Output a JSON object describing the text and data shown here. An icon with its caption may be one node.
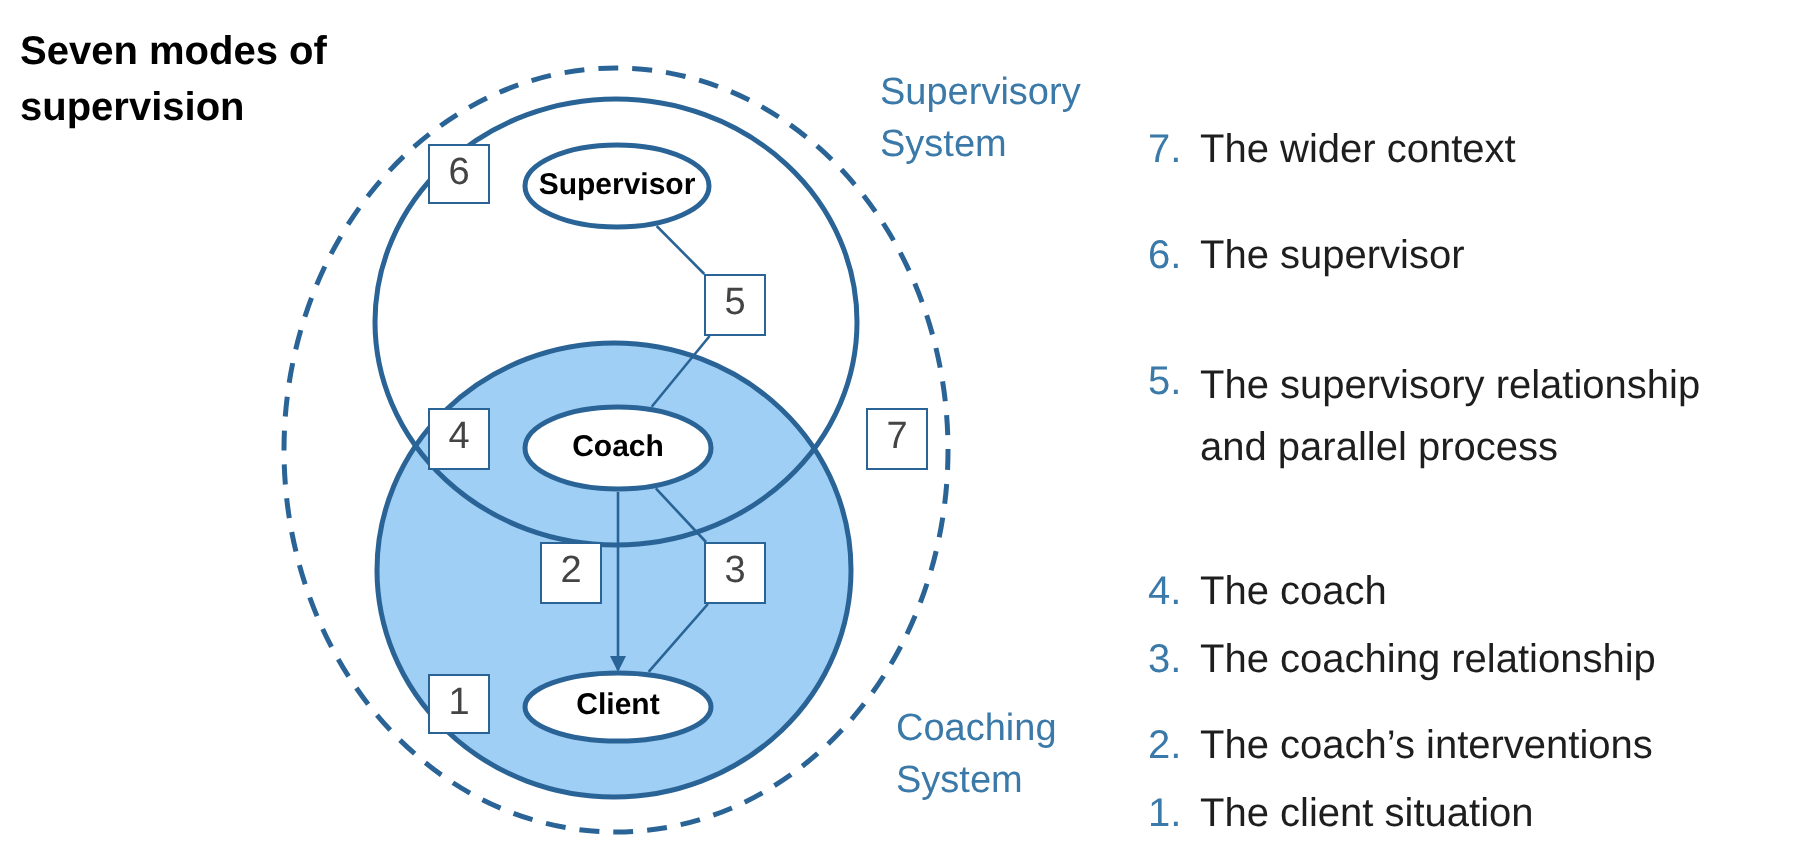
{
  "diagram": {
    "title": "Seven modes of supervision",
    "nodes": [
      {
        "text": [],
        "shape": "circle"
      },
      {
        "text": [],
        "shape": "circle",
        "in": 0
      },
      {
        "text": [
          "6"
        ],
        "in": 1
      },
      {
        "text": [
          "Supervisor"
        ],
        "in": 1
      },
      {
        "text": [
          "5"
        ],
        "in": 1
      },
      {
        "text": [],
        "shape": "circle",
        "in": 0
      },
      {
        "text": [
          "4"
        ]
      },
      {
        "text": [
          "Coach"
        ]
      },
      {
        "text": [
          "7"
        ],
        "in": 0
      },
      {
        "text": [
          "2"
        ],
        "in": 5
      },
      {
        "text": [
          "3"
        ],
        "in": 5
      },
      {
        "text": [
          "1"
        ],
        "in": 5
      },
      {
        "text": [
          "Client"
        ],
        "in": 5
      }
    ],
    "edges": [
      {
        "from": 3,
        "to": 4,
        "arrow": "none"
      },
      {
        "from": 4,
        "to": 7,
        "arrow": "none"
      },
      {
        "from": 7,
        "to": 12,
        "arrow": "to"
      },
      {
        "from": 7,
        "to": 10,
        "arrow": "none"
      },
      {
        "from": 10,
        "to": 12,
        "arrow": "none"
      }
    ],
    "labels": [
      "Supervisory System",
      "7.",
      "The wider context",
      "6.",
      "The supervisor",
      "5.",
      "The supervisory relationship and parallel process",
      "4.",
      "The coach",
      "3.",
      "The coaching relationship",
      "Coaching System",
      "2.",
      "The coach’s interventions",
      "1.",
      "The client situation"
    ]
  }
}
